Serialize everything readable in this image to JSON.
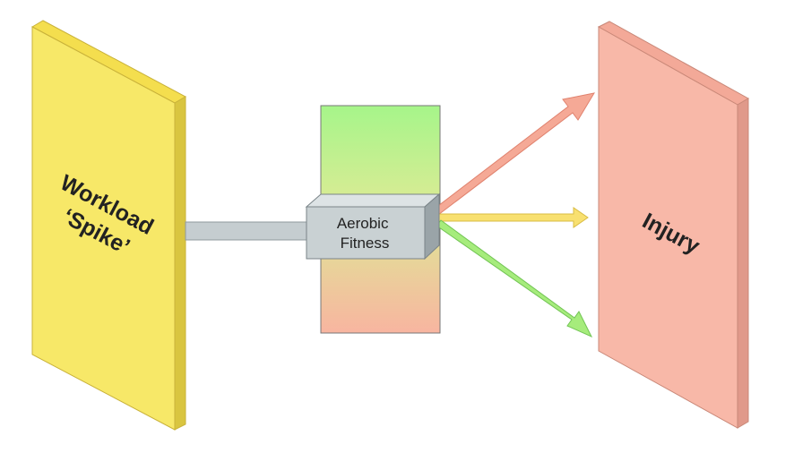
{
  "left_panel": {
    "line1": "Workload",
    "line2": "‘Spike’",
    "color": "#f7e868"
  },
  "middle": {
    "box_line1": "Aerobic",
    "box_line2": "Fitness",
    "gradient_top": "#a6f58a",
    "gradient_bottom": "#f8b5a0",
    "box_color": "#c9d1d3"
  },
  "right_panel": {
    "label": "Injury",
    "color": "#f8b8a8"
  },
  "arrows": {
    "up_color": "#f5a996",
    "mid_color": "#f8e070",
    "down_color": "#a6ec7c"
  }
}
